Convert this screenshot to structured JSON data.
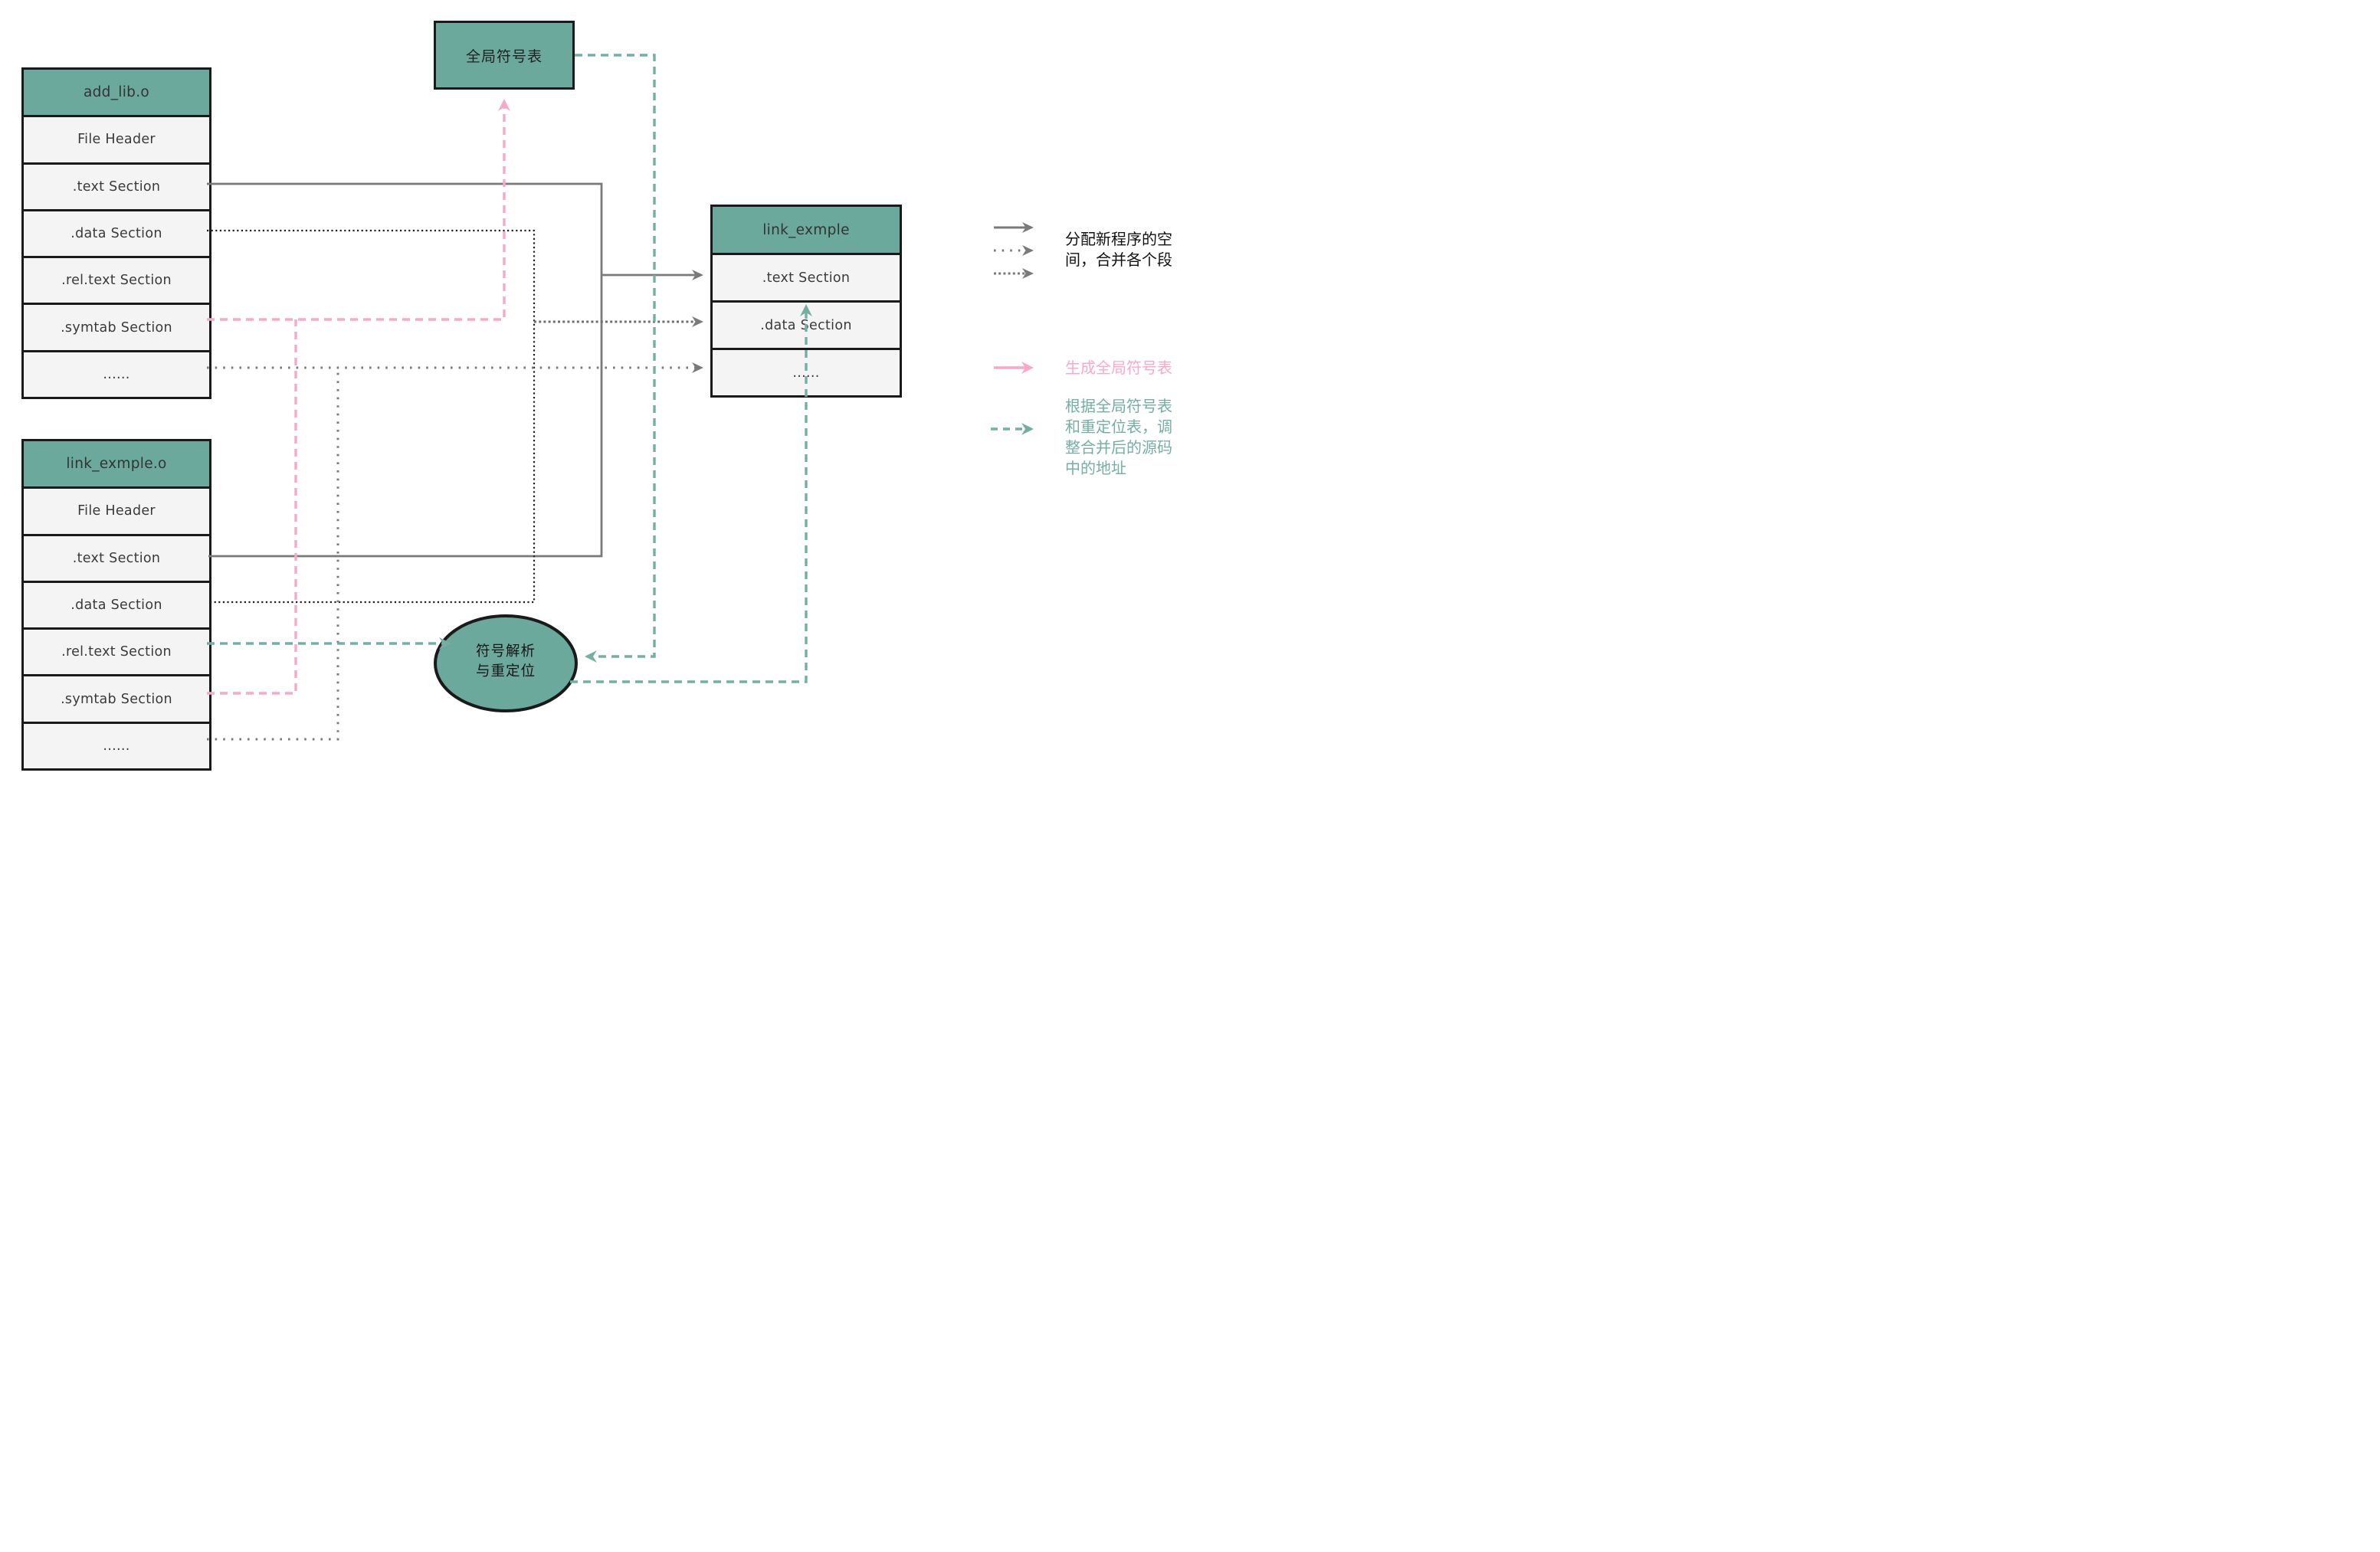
{
  "diagram": {
    "global_box": {
      "label": "全局符号表"
    },
    "ellipse": {
      "line1": "符号解析",
      "line2": "与重定位"
    },
    "tables": {
      "add_lib": {
        "title": "add_lib.o",
        "rows": [
          "File Header",
          ".text Section",
          ".data Section",
          ".rel.text Section",
          ".symtab Section",
          "......"
        ]
      },
      "link_exmple_o": {
        "title": "link_exmple.o",
        "rows": [
          "File Header",
          ".text Section",
          ".data Section",
          ".rel.text Section",
          ".symtab Section",
          "......"
        ]
      },
      "link_exmple": {
        "title": "link_exmple",
        "rows": [
          ".text Section",
          ".data Section",
          "......"
        ]
      }
    },
    "legend": {
      "merge": {
        "line1": "分配新程序的空",
        "line2": "间，合并各个段"
      },
      "gen_symtab": {
        "label": "生成全局符号表"
      },
      "relocate": {
        "line1": "根据全局符号表",
        "line2": "和重定位表，调",
        "line3": "整合并后的源码",
        "line4": "中的地址"
      }
    },
    "colors": {
      "teal_fill": "#6AA99C",
      "teal_line": "#74AFA3",
      "pink": "#F8A9C9",
      "gray": "#7A7A7A",
      "black_dots": "#1F1F1F",
      "ink": "#1A1A1A"
    }
  }
}
